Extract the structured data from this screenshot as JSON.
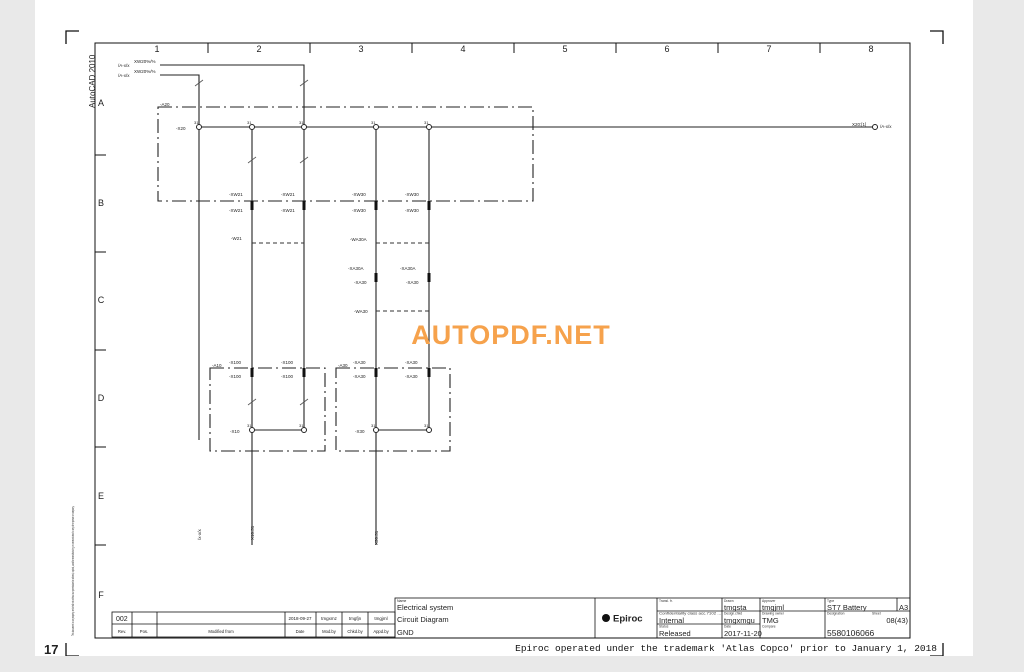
{
  "page_number": "17",
  "software": "AutoCAD 2010",
  "watermark": "AUTOPDF.NET",
  "disclaimer": "This document is our property and shall not without our permission be altered, copied, used for manufacturing or communicated to any other person or company.",
  "columns": [
    "1",
    "2",
    "3",
    "4",
    "5",
    "6",
    "7",
    "8"
  ],
  "rows": [
    "A",
    "B",
    "C",
    "D",
    "E",
    "F"
  ],
  "schematic": {
    "ref_top1": "XW20%/%",
    "ref_top2": "XW20%/%",
    "ref_arrow": "/A-x/x",
    "box_a": "-A20",
    "x20": "-X20",
    "x20_right": "X20:[1]",
    "x20_right_ref": "/A-x/x",
    "pin31": "31",
    "xw21": "-XW21",
    "w21": "-W21",
    "xw30": "-XW30",
    "wa30a": "-WA30A",
    "xa30a": "-XA30A",
    "wa30": "-WA30",
    "xa30": "-XA30",
    "x100": "-X100",
    "x10": "-X10",
    "x30": "-X30",
    "box_d1": "-A10",
    "box_d2": "-A30",
    "bottom_ref1": "/x-x/x",
    "bottom_ref2": "X10:31",
    "bottom_ref3": "X30:31"
  },
  "title_block": {
    "rev": "002",
    "pos": "",
    "modified_from": "",
    "date": "2018-09-27",
    "mod_by": "tmgxmz",
    "chkd_by": "tmgfjn",
    "appd_by": "tmgjml",
    "headers": {
      "rev": "Rev.",
      "pos": "Pos.",
      "modified_from": "Modified from",
      "date": "Date",
      "mod_by": "Mod.by",
      "chkd_by": "Chkd.by",
      "appd_by": "Appd.by"
    },
    "name_label": "Name",
    "name_lines": [
      "Electrical system",
      "Circuit Diagram",
      "GND"
    ],
    "logo": "Epiroc",
    "transl_label": "Transl. fr.",
    "conf_label": "Confidentiality class acc.7102 ...",
    "conf": "Internal",
    "status_label": "Status",
    "status": "Released",
    "drawn_label": "Drawn",
    "drawn": "tmgsta",
    "design_label": "Design.chkd",
    "design": "tmgxmgu",
    "date_label": "Date",
    "doc_date": "2017-11-20",
    "approver_label": "Approver",
    "approver": "tmgjml",
    "owner_label": "Drawing owner",
    "owner": "TMG",
    "compare_label": "Compare",
    "type_label": "Type",
    "type": "ST7 Battery",
    "size": "A3",
    "designation_label": "Designation",
    "sheet_label": "Sheet",
    "sheet": "08(43)",
    "doc_number": "5580106066"
  },
  "footer_note": "Epiroc operated under the trademark 'Atlas Copco' prior to January 1, 2018"
}
